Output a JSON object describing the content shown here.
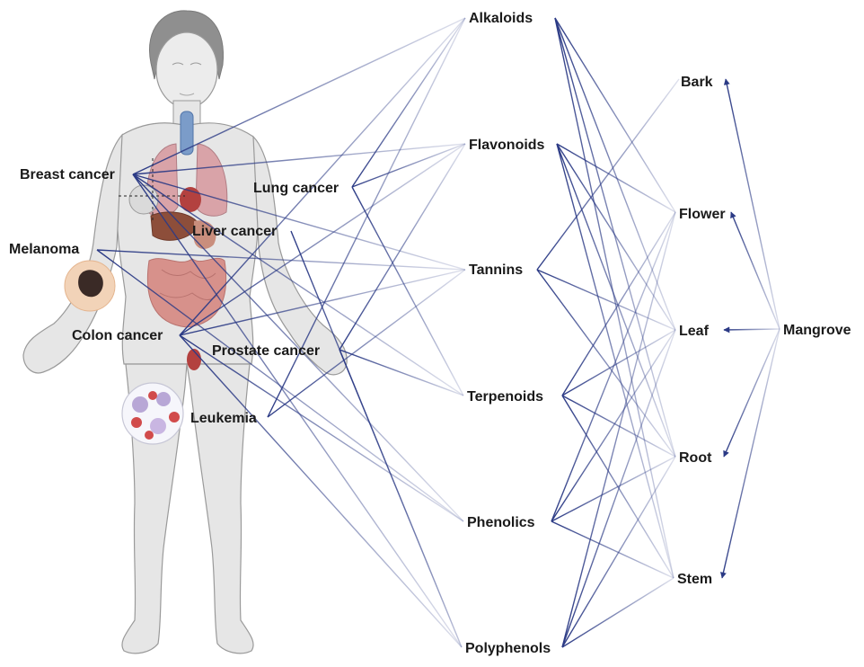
{
  "colors": {
    "edge": "#2b3a85",
    "body_fill": "#e6e6e6",
    "body_stroke": "#9a9a9a"
  },
  "source": {
    "id": "mangrove",
    "label": "Mangrove"
  },
  "parts": [
    {
      "id": "bark",
      "label": "Bark"
    },
    {
      "id": "flower",
      "label": "Flower"
    },
    {
      "id": "leaf",
      "label": "Leaf"
    },
    {
      "id": "root",
      "label": "Root"
    },
    {
      "id": "stem",
      "label": "Stem"
    }
  ],
  "compounds": [
    {
      "id": "alkaloids",
      "label": "Alkaloids"
    },
    {
      "id": "flavonoids",
      "label": "Flavonoids"
    },
    {
      "id": "tannins",
      "label": "Tannins"
    },
    {
      "id": "terpenoids",
      "label": "Terpenoids"
    },
    {
      "id": "phenolics",
      "label": "Phenolics"
    },
    {
      "id": "polyphenols",
      "label": "Polyphenols"
    }
  ],
  "cancers": [
    {
      "id": "breast",
      "label": "Breast cancer"
    },
    {
      "id": "melanoma",
      "label": "Melanoma"
    },
    {
      "id": "colon",
      "label": "Colon cancer"
    },
    {
      "id": "lung",
      "label": "Lung cancer"
    },
    {
      "id": "liver",
      "label": "Liver cancer"
    },
    {
      "id": "prostate",
      "label": "Prostate cancer"
    },
    {
      "id": "leukemia",
      "label": "Leukemia"
    }
  ],
  "links": {
    "source_to_part": [
      "bark",
      "flower",
      "leaf",
      "root",
      "stem"
    ],
    "part_to_compound": [
      [
        "bark",
        "tannins"
      ],
      [
        "flower",
        "alkaloids"
      ],
      [
        "flower",
        "flavonoids"
      ],
      [
        "flower",
        "terpenoids"
      ],
      [
        "flower",
        "phenolics"
      ],
      [
        "flower",
        "polyphenols"
      ],
      [
        "leaf",
        "alkaloids"
      ],
      [
        "leaf",
        "flavonoids"
      ],
      [
        "leaf",
        "tannins"
      ],
      [
        "leaf",
        "terpenoids"
      ],
      [
        "leaf",
        "phenolics"
      ],
      [
        "leaf",
        "polyphenols"
      ],
      [
        "root",
        "alkaloids"
      ],
      [
        "root",
        "flavonoids"
      ],
      [
        "root",
        "tannins"
      ],
      [
        "root",
        "terpenoids"
      ],
      [
        "root",
        "phenolics"
      ],
      [
        "root",
        "polyphenols"
      ],
      [
        "stem",
        "alkaloids"
      ],
      [
        "stem",
        "flavonoids"
      ],
      [
        "stem",
        "terpenoids"
      ],
      [
        "stem",
        "phenolics"
      ],
      [
        "stem",
        "polyphenols"
      ]
    ],
    "compound_to_cancer": [
      [
        "alkaloids",
        "breast"
      ],
      [
        "alkaloids",
        "lung"
      ],
      [
        "alkaloids",
        "colon"
      ],
      [
        "alkaloids",
        "leukemia"
      ],
      [
        "flavonoids",
        "breast"
      ],
      [
        "flavonoids",
        "lung"
      ],
      [
        "flavonoids",
        "colon"
      ],
      [
        "flavonoids",
        "prostate"
      ],
      [
        "tannins",
        "breast"
      ],
      [
        "tannins",
        "colon"
      ],
      [
        "tannins",
        "melanoma"
      ],
      [
        "tannins",
        "leukemia"
      ],
      [
        "terpenoids",
        "breast"
      ],
      [
        "terpenoids",
        "lung"
      ],
      [
        "terpenoids",
        "prostate"
      ],
      [
        "phenolics",
        "breast"
      ],
      [
        "phenolics",
        "melanoma"
      ],
      [
        "phenolics",
        "colon"
      ],
      [
        "polyphenols",
        "breast"
      ],
      [
        "polyphenols",
        "colon"
      ],
      [
        "polyphenols",
        "liver"
      ],
      [
        "polyphenols",
        "prostate"
      ]
    ]
  }
}
